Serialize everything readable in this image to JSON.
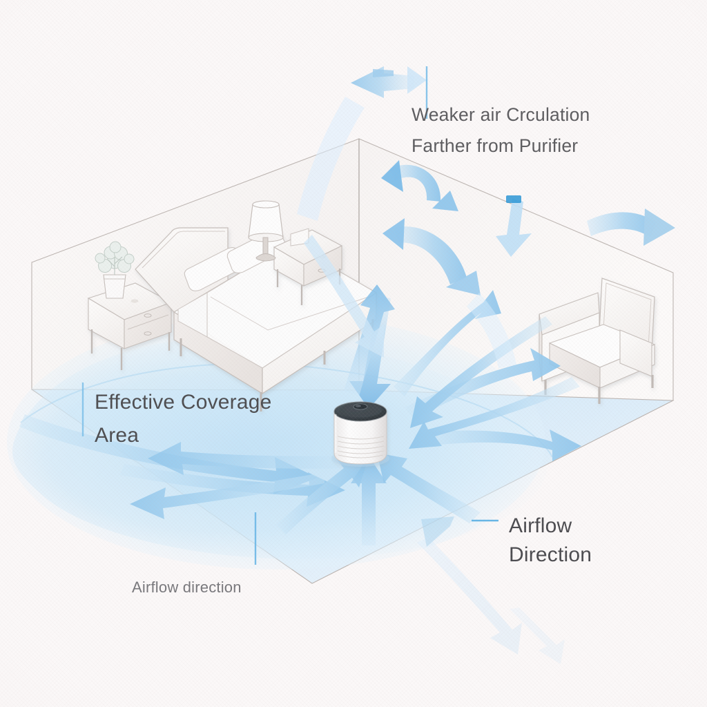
{
  "diagram": {
    "title": "Air Purifier Airflow and Coverage Diagram",
    "style": "isometric line-art bedroom illustration",
    "background_color": "#fbf8f8"
  },
  "labels": {
    "weaker_circulation": "Weaker air Crculation\nFarther from Purifier",
    "effective_coverage": "Effective Coverage\nArea",
    "airflow_direction_major": "Airflow\nDirection",
    "airflow_direction_minor": "Airflow direction"
  },
  "colors": {
    "background": "#fbf8f8",
    "floor": "#dcedfa",
    "coverage_blob": "#c6e3f6",
    "arrow_light": "#b9dcf4",
    "arrow_mid": "#9fcdee",
    "arrow_deep": "#6fb6e4",
    "arrow_accent": "#2a96d6",
    "leader_line": "#7cc0ea",
    "text_dark": "#4d4d50",
    "text_muted": "#77777b",
    "furniture_line": "#c6bfbb",
    "furniture_fill": "#fbfafa",
    "wall_line": "#b9b2ae",
    "purifier_top": "#3c4348"
  },
  "objects": {
    "purifier": {
      "name": "Air Purifier",
      "shape": "cylinder",
      "top_panel": "dark charcoal with oval control button",
      "body": "white with horizontal vent slits"
    },
    "bed": {
      "name": "Bed",
      "parts": [
        "headboard",
        "pillow-left",
        "pillow-right",
        "duvet",
        "mattress",
        "legs"
      ]
    },
    "nightstand_left": {
      "name": "Left Nightstand",
      "accessory": "potted plant",
      "drawers": 2
    },
    "nightstand_right": {
      "name": "Right Nightstand",
      "accessory": "table lamp",
      "drawers": 1
    },
    "armchair": {
      "name": "Armchair",
      "parts": [
        "back cushion",
        "left armrest",
        "right armrest",
        "seat cushion",
        "legs"
      ]
    },
    "room": {
      "name": "Room",
      "walls": [
        "back-left wall",
        "back-right wall"
      ],
      "floor": "isometric floor plane"
    }
  },
  "leader_lines": [
    {
      "name": "weaker-circulation-leader",
      "orientation": "vertical"
    },
    {
      "name": "coverage-area-leader",
      "orientation": "vertical"
    },
    {
      "name": "airflow-direction-major-leader",
      "orientation": "horizontal"
    },
    {
      "name": "airflow-direction-minor-leader",
      "orientation": "vertical"
    }
  ],
  "airflow": {
    "description": "Arrows radiate outward from the purifier and circulate back, weaker farther away",
    "arrow_count_outward": 9,
    "arrow_count_inward": 6,
    "arrow_count_perimeter": 8
  }
}
